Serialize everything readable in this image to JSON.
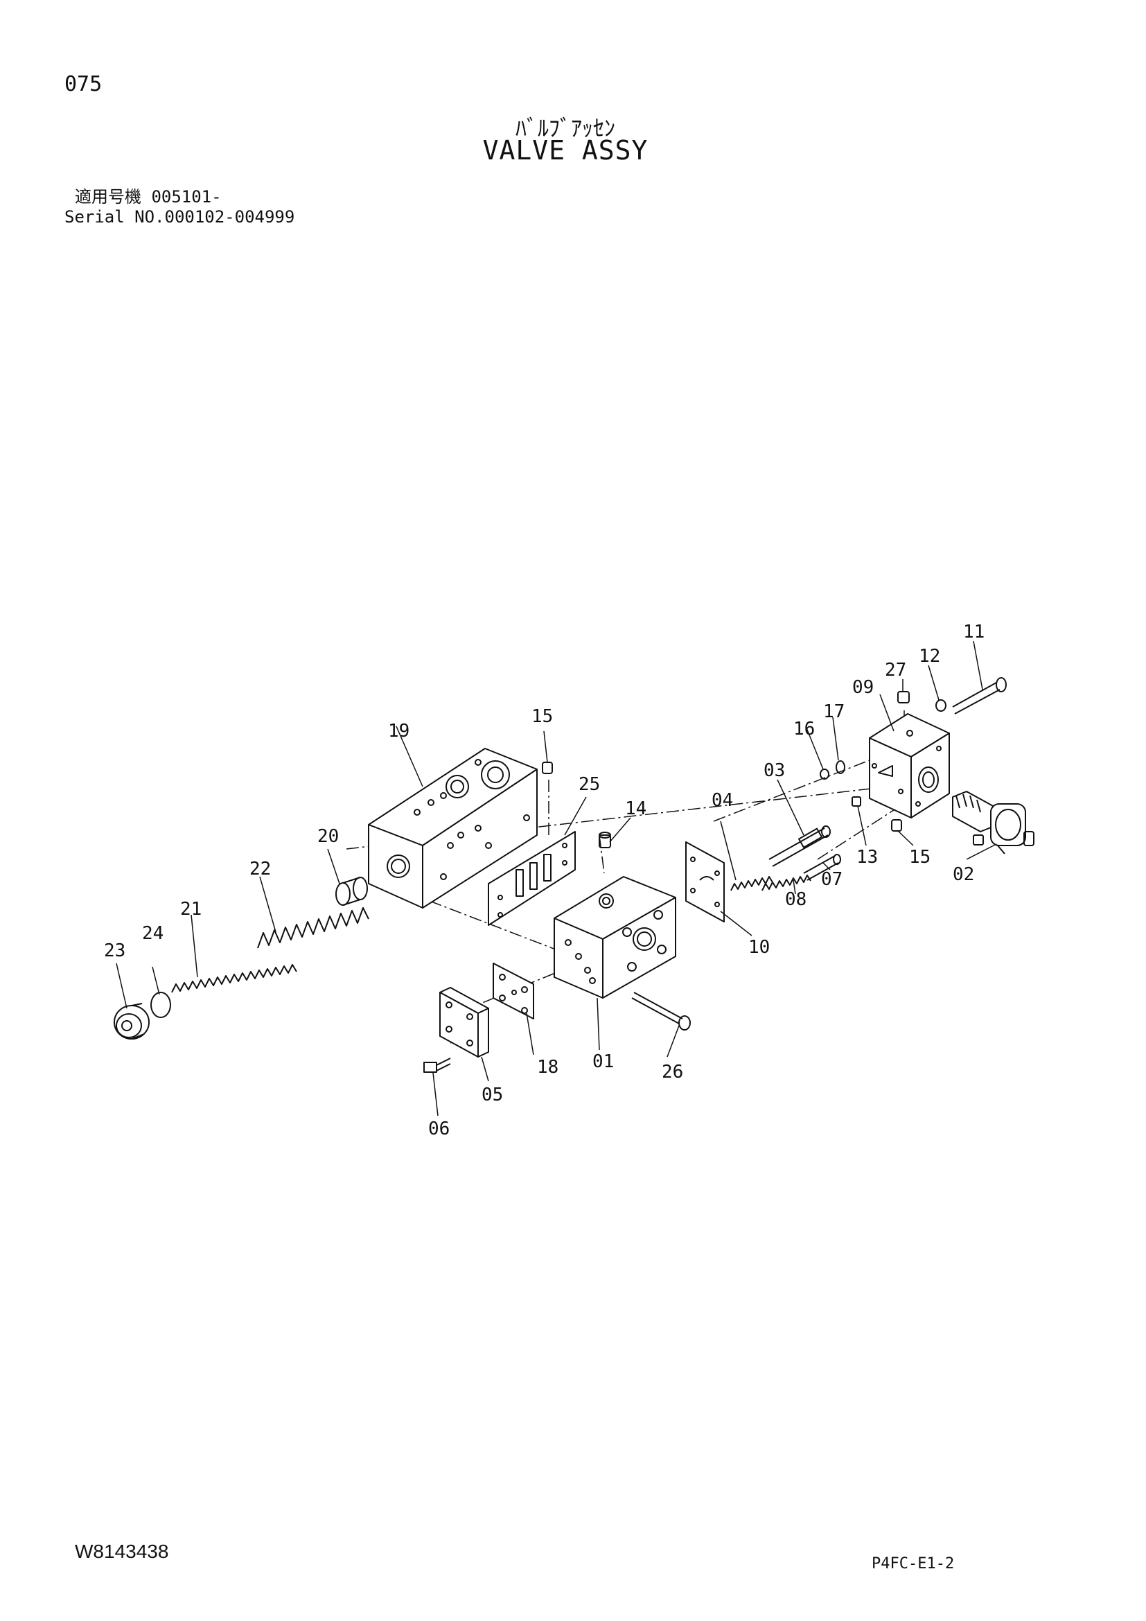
{
  "header": {
    "page_number": "075",
    "title_jp": "ﾊﾞﾙﾌﾞｱｯｾﾝ",
    "title_en": "VALVE ASSY",
    "serial_jp": "適用号機 005101-",
    "serial_en": "Serial NO.000102-004999"
  },
  "footer": {
    "doc_code": "W8143438",
    "page_code": "P4FC-E1-2"
  },
  "callouts": [
    "01",
    "02",
    "03",
    "04",
    "05",
    "06",
    "07",
    "08",
    "09",
    "10",
    "11",
    "12",
    "13",
    "14",
    "15",
    "15",
    "16",
    "17",
    "18",
    "19",
    "20",
    "21",
    "22",
    "23",
    "24",
    "25",
    "26",
    "27"
  ],
  "parts": [
    "body",
    "solenoid-valve",
    "spool",
    "spring",
    "cover",
    "bolt",
    "plunger",
    "spring",
    "block",
    "gasket",
    "bolt",
    "washer",
    "plug",
    "plug",
    "plug",
    "plug",
    "plug",
    "o-ring",
    "gasket",
    "body",
    "sleeve",
    "spring",
    "spring",
    "plug",
    "o-ring",
    "gasket",
    "bolt",
    "plug"
  ],
  "colors": {
    "line": "#111111",
    "background": "#ffffff"
  }
}
